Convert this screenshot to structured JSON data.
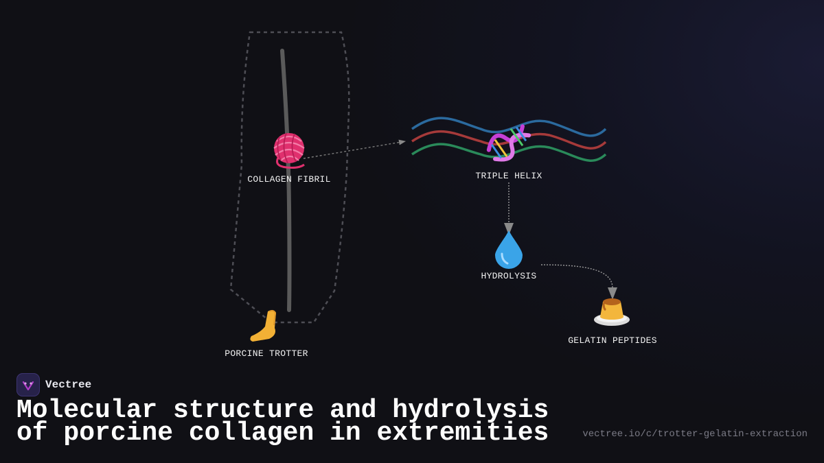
{
  "nodes": {
    "trotter": {
      "label": "PORCINE TROTTER",
      "icon": "foot-emoji"
    },
    "fibril": {
      "label": "COLLAGEN FIBRIL",
      "icon": "yarn-ball-emoji"
    },
    "helix": {
      "label": "TRIPLE HELIX",
      "icon": "dna-emoji"
    },
    "hydrolysis": {
      "label": "HYDROLYSIS",
      "icon": "water-droplet-emoji"
    },
    "gelatin": {
      "label": "GELATIN PEPTIDES",
      "icon": "custard-pudding-emoji"
    }
  },
  "helix_strand_colors": [
    "#2b6a9e",
    "#a63a3a",
    "#2a8a5a"
  ],
  "brand": {
    "name": "Vectree",
    "logo_color": "#b23cc9"
  },
  "title": "Molecular structure and hydrolysis of porcine collagen in extremities",
  "url": "vectree.io/c/trotter-gelatin-extraction"
}
